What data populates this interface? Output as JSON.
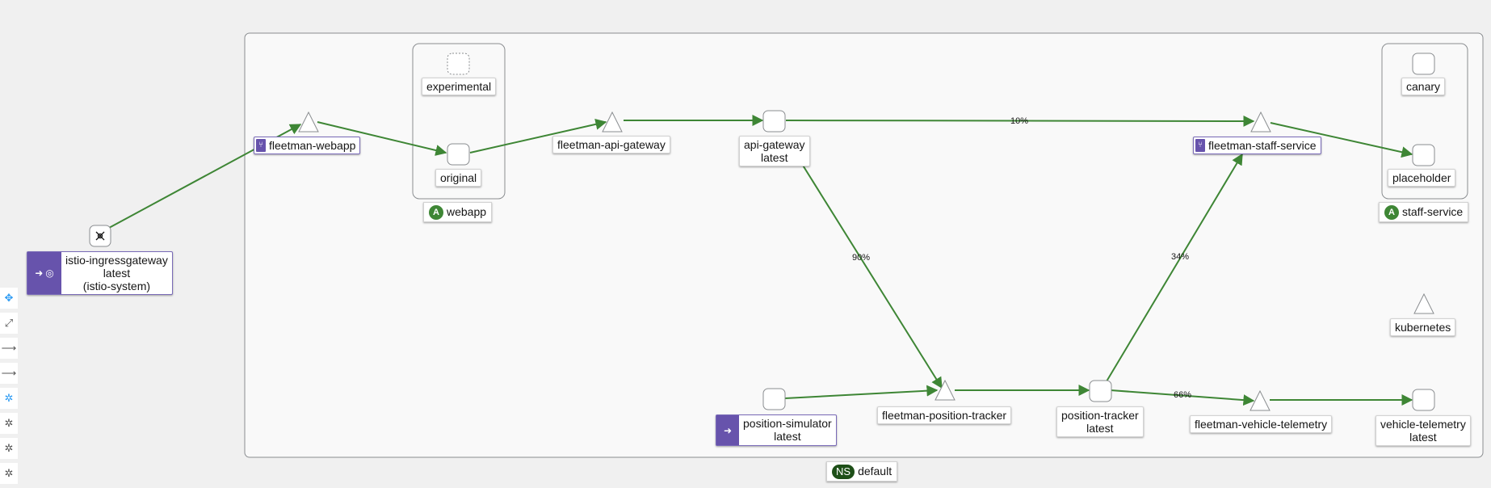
{
  "graph": {
    "namespace": {
      "badge": "NS",
      "name": "default"
    },
    "apps": [
      {
        "badge": "A",
        "name": "webapp"
      },
      {
        "badge": "A",
        "name": "staff-service"
      }
    ],
    "nodes": {
      "experimental": "experimental",
      "original": "original",
      "canary": "canary",
      "placeholder": "placeholder",
      "fleetman_webapp": "fleetman-webapp",
      "fleetman_api_gateway": "fleetman-api-gateway",
      "api_gateway_name": "api-gateway",
      "api_gateway_version": "latest",
      "fleetman_staff_service": "fleetman-staff-service",
      "kubernetes": "kubernetes",
      "ingress_name": "istio-ingressgateway",
      "ingress_version": "latest",
      "ingress_ns": "(istio-system)",
      "position_simulator_name": "position-simulator",
      "position_simulator_version": "latest",
      "fleetman_position_tracker": "fleetman-position-tracker",
      "position_tracker_name": "position-tracker",
      "position_tracker_version": "latest",
      "fleetman_vehicle_telemetry": "fleetman-vehicle-telemetry",
      "vehicle_telemetry_name": "vehicle-telemetry",
      "vehicle_telemetry_version": "latest"
    },
    "edge_labels": {
      "api_to_staff": "10%",
      "api_to_tracker": "90%",
      "tracker_to_staff": "34%",
      "tracker_to_telemetry": "66%"
    }
  },
  "colors": {
    "edge": "#3e8635",
    "purple": "#6753ac",
    "toolbar_active": "#2b9af3"
  },
  "toolbar": {
    "icons": [
      "move-icon",
      "fit-icon",
      "arrow-icon",
      "arrow-icon",
      "layout-icon",
      "layout-icon",
      "layout-icon",
      "layout-icon"
    ]
  }
}
